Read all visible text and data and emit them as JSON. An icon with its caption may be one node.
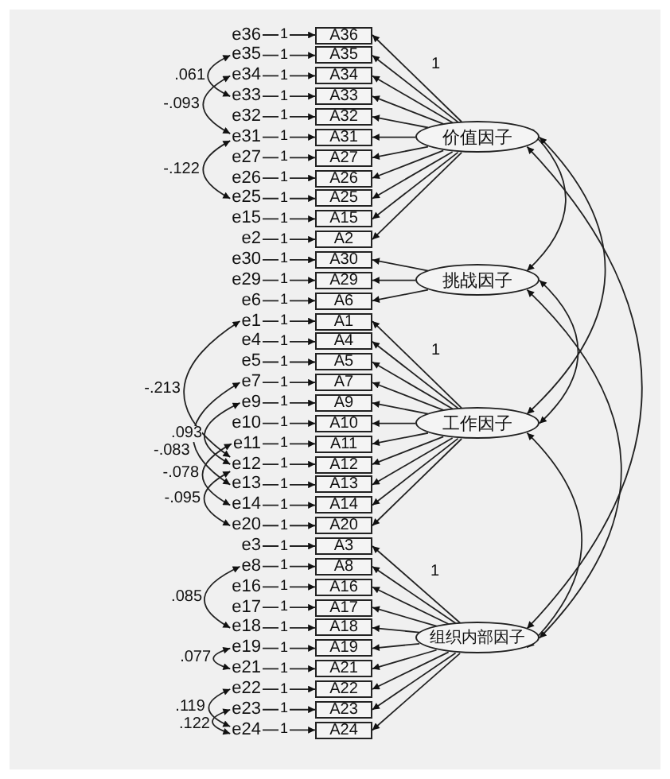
{
  "diagram": {
    "nodes": [
      {
        "text": [
          "e36"
        ]
      },
      {
        "text": [
          "A36"
        ]
      },
      {
        "text": [
          "e35"
        ]
      },
      {
        "text": [
          "A35"
        ]
      },
      {
        "text": [
          "e34"
        ]
      },
      {
        "text": [
          "A34"
        ]
      },
      {
        "text": [
          "e33"
        ]
      },
      {
        "text": [
          "A33"
        ]
      },
      {
        "text": [
          "e32"
        ]
      },
      {
        "text": [
          "A32"
        ]
      },
      {
        "text": [
          "e31"
        ]
      },
      {
        "text": [
          "A31"
        ]
      },
      {
        "text": [
          "e27"
        ]
      },
      {
        "text": [
          "A27"
        ]
      },
      {
        "text": [
          "e26"
        ]
      },
      {
        "text": [
          "A26"
        ]
      },
      {
        "text": [
          "e25"
        ]
      },
      {
        "text": [
          "A25"
        ]
      },
      {
        "text": [
          "e15"
        ]
      },
      {
        "text": [
          "A15"
        ]
      },
      {
        "text": [
          "e2"
        ]
      },
      {
        "text": [
          "A2"
        ]
      },
      {
        "text": [
          "e30"
        ]
      },
      {
        "text": [
          "A30"
        ]
      },
      {
        "text": [
          "e29"
        ]
      },
      {
        "text": [
          "A29"
        ]
      },
      {
        "text": [
          "e6"
        ]
      },
      {
        "text": [
          "A6"
        ]
      },
      {
        "text": [
          "e1"
        ]
      },
      {
        "text": [
          "A1"
        ]
      },
      {
        "text": [
          "e4"
        ]
      },
      {
        "text": [
          "A4"
        ]
      },
      {
        "text": [
          "e5"
        ]
      },
      {
        "text": [
          "A5"
        ]
      },
      {
        "text": [
          "e7"
        ]
      },
      {
        "text": [
          "A7"
        ]
      },
      {
        "text": [
          "e9"
        ]
      },
      {
        "text": [
          "A9"
        ]
      },
      {
        "text": [
          "e10"
        ]
      },
      {
        "text": [
          "A10"
        ]
      },
      {
        "text": [
          "e11"
        ]
      },
      {
        "text": [
          "A11"
        ]
      },
      {
        "text": [
          "e12"
        ]
      },
      {
        "text": [
          "A12"
        ]
      },
      {
        "text": [
          "e13"
        ]
      },
      {
        "text": [
          "A13"
        ]
      },
      {
        "text": [
          "e14"
        ]
      },
      {
        "text": [
          "A14"
        ]
      },
      {
        "text": [
          "e20"
        ]
      },
      {
        "text": [
          "A20"
        ]
      },
      {
        "text": [
          "e3"
        ]
      },
      {
        "text": [
          "A3"
        ]
      },
      {
        "text": [
          "e8"
        ]
      },
      {
        "text": [
          "A8"
        ]
      },
      {
        "text": [
          "e16"
        ]
      },
      {
        "text": [
          "A16"
        ]
      },
      {
        "text": [
          "e17"
        ]
      },
      {
        "text": [
          "A17"
        ]
      },
      {
        "text": [
          "e18"
        ]
      },
      {
        "text": [
          "A18"
        ]
      },
      {
        "text": [
          "e19"
        ]
      },
      {
        "text": [
          "A19"
        ]
      },
      {
        "text": [
          "e21"
        ]
      },
      {
        "text": [
          "A21"
        ]
      },
      {
        "text": [
          "e22"
        ]
      },
      {
        "text": [
          "A22"
        ]
      },
      {
        "text": [
          "e23"
        ]
      },
      {
        "text": [
          "A23"
        ]
      },
      {
        "text": [
          "e24"
        ]
      },
      {
        "text": [
          "A24"
        ]
      },
      {
        "text": [
          "价值因子"
        ]
      },
      {
        "text": [
          "挑战因子"
        ]
      },
      {
        "text": [
          "工作因子"
        ]
      },
      {
        "text": [
          "组织内部因子"
        ]
      }
    ],
    "edges": [
      {
        "from": 0,
        "to": 1,
        "arrow": "to",
        "label": "1"
      },
      {
        "from": 2,
        "to": 3,
        "arrow": "to",
        "label": "1"
      },
      {
        "from": 4,
        "to": 5,
        "arrow": "to",
        "label": "1"
      },
      {
        "from": 6,
        "to": 7,
        "arrow": "to",
        "label": "1"
      },
      {
        "from": 8,
        "to": 9,
        "arrow": "to",
        "label": "1"
      },
      {
        "from": 10,
        "to": 11,
        "arrow": "to",
        "label": "1"
      },
      {
        "from": 12,
        "to": 13,
        "arrow": "to",
        "label": "1"
      },
      {
        "from": 14,
        "to": 15,
        "arrow": "to",
        "label": "1"
      },
      {
        "from": 16,
        "to": 17,
        "arrow": "to",
        "label": "1"
      },
      {
        "from": 18,
        "to": 19,
        "arrow": "to",
        "label": "1"
      },
      {
        "from": 20,
        "to": 21,
        "arrow": "to",
        "label": "1"
      },
      {
        "from": 22,
        "to": 23,
        "arrow": "to",
        "label": "1"
      },
      {
        "from": 24,
        "to": 25,
        "arrow": "to",
        "label": "1"
      },
      {
        "from": 26,
        "to": 27,
        "arrow": "to",
        "label": "1"
      },
      {
        "from": 28,
        "to": 29,
        "arrow": "to",
        "label": "1"
      },
      {
        "from": 30,
        "to": 31,
        "arrow": "to",
        "label": "1"
      },
      {
        "from": 32,
        "to": 33,
        "arrow": "to",
        "label": "1"
      },
      {
        "from": 34,
        "to": 35,
        "arrow": "to",
        "label": "1"
      },
      {
        "from": 36,
        "to": 37,
        "arrow": "to",
        "label": "1"
      },
      {
        "from": 38,
        "to": 39,
        "arrow": "to",
        "label": "1"
      },
      {
        "from": 40,
        "to": 41,
        "arrow": "to",
        "label": "1"
      },
      {
        "from": 42,
        "to": 43,
        "arrow": "to",
        "label": "1"
      },
      {
        "from": 44,
        "to": 45,
        "arrow": "to",
        "label": "1"
      },
      {
        "from": 46,
        "to": 47,
        "arrow": "to",
        "label": "1"
      },
      {
        "from": 48,
        "to": 49,
        "arrow": "to",
        "label": "1"
      },
      {
        "from": 50,
        "to": 51,
        "arrow": "to",
        "label": "1"
      },
      {
        "from": 52,
        "to": 53,
        "arrow": "to",
        "label": "1"
      },
      {
        "from": 54,
        "to": 55,
        "arrow": "to",
        "label": "1"
      },
      {
        "from": 56,
        "to": 57,
        "arrow": "to",
        "label": "1"
      },
      {
        "from": 58,
        "to": 59,
        "arrow": "to",
        "label": "1"
      },
      {
        "from": 60,
        "to": 61,
        "arrow": "to",
        "label": "1"
      },
      {
        "from": 62,
        "to": 63,
        "arrow": "to",
        "label": "1"
      },
      {
        "from": 64,
        "to": 65,
        "arrow": "to",
        "label": "1"
      },
      {
        "from": 66,
        "to": 67,
        "arrow": "to",
        "label": "1"
      },
      {
        "from": 68,
        "to": 69,
        "arrow": "to",
        "label": "1"
      },
      {
        "from": 70,
        "to": 1,
        "arrow": "to",
        "label": "1"
      },
      {
        "from": 70,
        "to": 3,
        "arrow": "to"
      },
      {
        "from": 70,
        "to": 5,
        "arrow": "to"
      },
      {
        "from": 70,
        "to": 7,
        "arrow": "to"
      },
      {
        "from": 70,
        "to": 9,
        "arrow": "to"
      },
      {
        "from": 70,
        "to": 11,
        "arrow": "to"
      },
      {
        "from": 70,
        "to": 13,
        "arrow": "to"
      },
      {
        "from": 70,
        "to": 15,
        "arrow": "to"
      },
      {
        "from": 70,
        "to": 17,
        "arrow": "to"
      },
      {
        "from": 70,
        "to": 19,
        "arrow": "to"
      },
      {
        "from": 70,
        "to": 21,
        "arrow": "to"
      },
      {
        "from": 71,
        "to": 23,
        "arrow": "to"
      },
      {
        "from": 71,
        "to": 25,
        "arrow": "to"
      },
      {
        "from": 71,
        "to": 27,
        "arrow": "to"
      },
      {
        "from": 72,
        "to": 29,
        "arrow": "to",
        "label": "1"
      },
      {
        "from": 72,
        "to": 31,
        "arrow": "to"
      },
      {
        "from": 72,
        "to": 33,
        "arrow": "to"
      },
      {
        "from": 72,
        "to": 35,
        "arrow": "to"
      },
      {
        "from": 72,
        "to": 37,
        "arrow": "to"
      },
      {
        "from": 72,
        "to": 39,
        "arrow": "to"
      },
      {
        "from": 72,
        "to": 41,
        "arrow": "to"
      },
      {
        "from": 72,
        "to": 43,
        "arrow": "to"
      },
      {
        "from": 72,
        "to": 45,
        "arrow": "to"
      },
      {
        "from": 72,
        "to": 47,
        "arrow": "to"
      },
      {
        "from": 72,
        "to": 49,
        "arrow": "to"
      },
      {
        "from": 73,
        "to": 51,
        "arrow": "to",
        "label": "1"
      },
      {
        "from": 73,
        "to": 53,
        "arrow": "to"
      },
      {
        "from": 73,
        "to": 55,
        "arrow": "to"
      },
      {
        "from": 73,
        "to": 57,
        "arrow": "to"
      },
      {
        "from": 73,
        "to": 59,
        "arrow": "to"
      },
      {
        "from": 73,
        "to": 61,
        "arrow": "to"
      },
      {
        "from": 73,
        "to": 63,
        "arrow": "to"
      },
      {
        "from": 73,
        "to": 65,
        "arrow": "to"
      },
      {
        "from": 73,
        "to": 67,
        "arrow": "to"
      },
      {
        "from": 73,
        "to": 69,
        "arrow": "to"
      },
      {
        "from": 2,
        "to": 6,
        "arrow": "both",
        "label": ".061"
      },
      {
        "from": 4,
        "to": 10,
        "arrow": "both",
        "label": "-.093"
      },
      {
        "from": 10,
        "to": 16,
        "arrow": "both",
        "label": "-.122"
      },
      {
        "from": 28,
        "to": 42,
        "arrow": "both",
        "label": "-.213"
      },
      {
        "from": 36,
        "to": 42,
        "arrow": "both",
        "label": ".093"
      },
      {
        "from": 34,
        "to": 44,
        "arrow": "both",
        "label": "-.083"
      },
      {
        "from": 40,
        "to": 46,
        "arrow": "both",
        "label": "-.078"
      },
      {
        "from": 42,
        "to": 48,
        "arrow": "both",
        "label": "-.095"
      },
      {
        "from": 52,
        "to": 58,
        "arrow": "both",
        "label": ".085"
      },
      {
        "from": 60,
        "to": 62,
        "arrow": "both",
        "label": ".077"
      },
      {
        "from": 64,
        "to": 68,
        "arrow": "both",
        "label": ".119"
      },
      {
        "from": 66,
        "to": 68,
        "arrow": "both",
        "label": ".122"
      },
      {
        "from": 70,
        "to": 71,
        "arrow": "both"
      },
      {
        "from": 70,
        "to": 72,
        "arrow": "both"
      },
      {
        "from": 70,
        "to": 73,
        "arrow": "both"
      },
      {
        "from": 71,
        "to": 72,
        "arrow": "both"
      },
      {
        "from": 71,
        "to": 73,
        "arrow": "both"
      },
      {
        "from": 72,
        "to": 73,
        "arrow": "both"
      }
    ]
  }
}
